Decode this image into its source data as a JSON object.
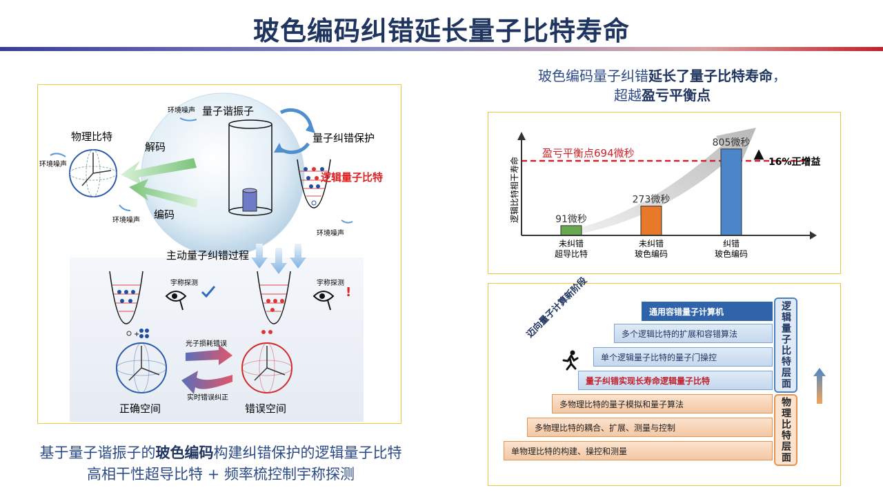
{
  "title": "玻色编码纠错延长量子比特寿命",
  "left": {
    "physical_qubit": "物理比特",
    "oscillator": "量子谐振子",
    "qec_protect": "量子纠错保护",
    "logical_qubit": "逻辑量子比特",
    "decode": "解码",
    "encode": "编码",
    "noise": "环境噪声",
    "active_qec": "主动量子纠错过程",
    "parity_detect": "宇称探测",
    "photon_loss": "光子损耗错误",
    "realtime_correct": "实时错误纠正",
    "correct_space": "正确空间",
    "error_space": "错误空间"
  },
  "caption": {
    "line1_a": "基于量子谐振子的",
    "line1_b": "玻色编码",
    "line1_c": "构建纠错保护的逻辑量子比特",
    "line2": "高相干性超导比特 + 频率梳控制宇称探测"
  },
  "chart_heading": {
    "line1_a": "玻色编码量子纠错",
    "line1_b": "延长了量子比特寿命",
    "line1_c": "，",
    "line2_a": "超越",
    "line2_b": "盈亏平衡点"
  },
  "chart_data": {
    "type": "bar",
    "ylabel": "逻辑比特相干寿命",
    "categories": [
      [
        "未纠错",
        "超导比特"
      ],
      [
        "未纠错",
        "玻色编码"
      ],
      [
        "纠错",
        "玻色编码"
      ]
    ],
    "values": [
      91,
      273,
      805
    ],
    "value_labels": [
      "91微秒",
      "273微秒",
      "805微秒"
    ],
    "colors": [
      "#6aa84f",
      "#e8782a",
      "#4a86c8"
    ],
    "ylim": [
      0,
      900
    ],
    "breakeven": {
      "value": 694,
      "label": "盈亏平衡点694微秒",
      "color": "#d0202a"
    },
    "gain_label": "16%正增益"
  },
  "ladder": {
    "logical_levels": [
      "通用容错量子计算机",
      "多个逻辑比特的扩展和容错算法",
      "单个逻辑量子比特的量子门操控",
      "量子纠错实现长寿命逻辑量子比特"
    ],
    "physical_levels": [
      "多物理比特的量子模拟和量子算法",
      "多物理比特的耦合、扩展、测量与控制",
      "单物理比特的构建、操控和测量"
    ],
    "logical_layer_label": "逻辑量子比特层面",
    "physical_layer_label": "物理比特层面",
    "stage_label": "迈向量子计算新阶段"
  }
}
